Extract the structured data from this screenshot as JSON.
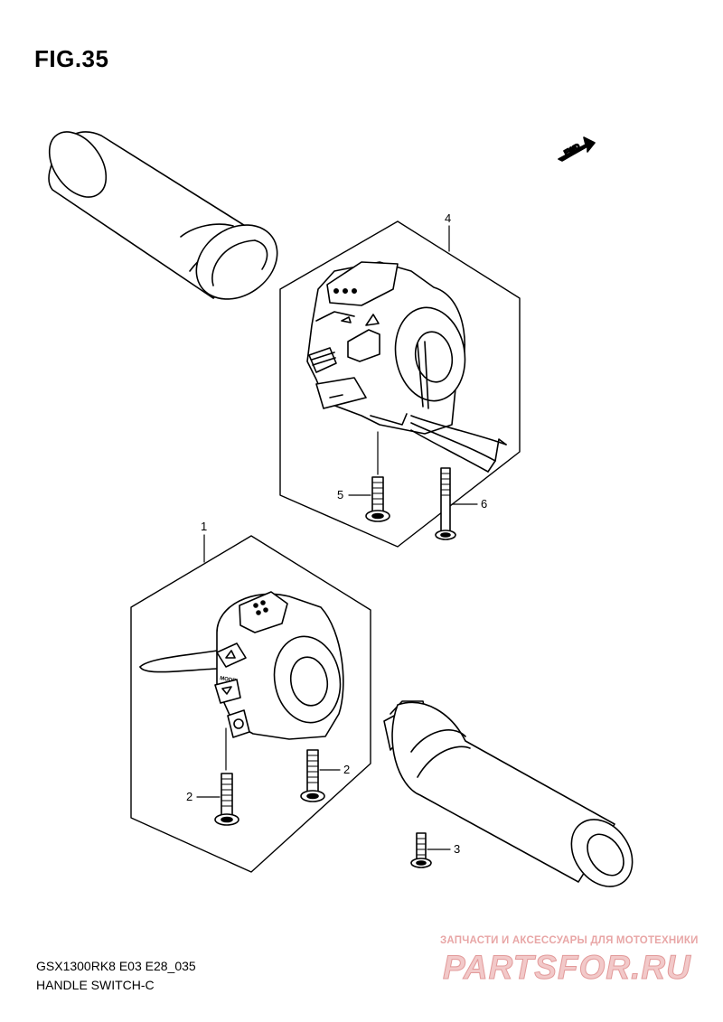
{
  "figure": {
    "title": "FIG.35",
    "model_code": "GSX1300RK8 E03 E28_035",
    "section_name": "HANDLE SWITCH-C"
  },
  "direction_badge": {
    "text": "FWD"
  },
  "switch_marking": {
    "text": "MODE"
  },
  "callouts": [
    {
      "id": "4",
      "label": "4"
    },
    {
      "id": "5",
      "label": "5"
    },
    {
      "id": "6",
      "label": "6"
    },
    {
      "id": "1",
      "label": "1"
    },
    {
      "id": "2a",
      "label": "2"
    },
    {
      "id": "2b",
      "label": "2"
    },
    {
      "id": "3",
      "label": "3"
    }
  ],
  "watermark": {
    "tagline": "ЗАПЧАСТИ И АКСЕССУАРЫ ДЛЯ МОТОТЕХНИКИ",
    "logo": "PARTSFOR.RU"
  },
  "colors": {
    "line": "#000000",
    "watermark_red": "#e29a9a"
  }
}
